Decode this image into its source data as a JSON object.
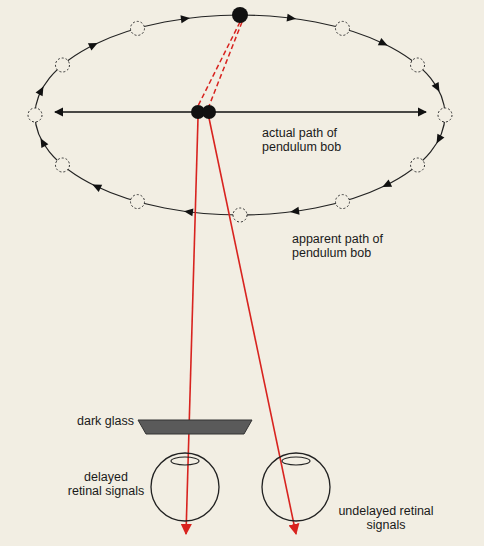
{
  "diagram": {
    "labels": [
      "actual path of pendulum bob",
      "apparent path of pendulum bob",
      "dark glass",
      "delayed retinal signals",
      "undelayed retinal signals"
    ]
  }
}
